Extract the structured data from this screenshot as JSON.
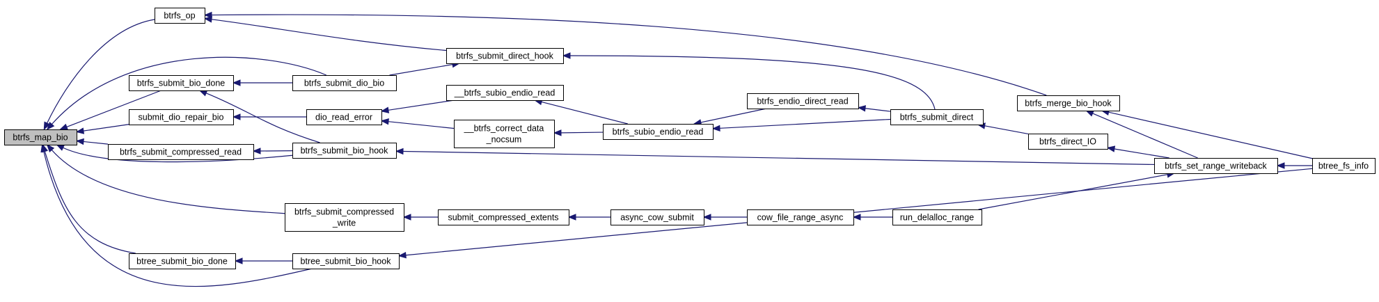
{
  "graph": {
    "edge_color": "#191970",
    "root_fill": "#bfbfbf",
    "node_fill": "#ffffff",
    "nodes": [
      {
        "id": "btrfs_map_bio",
        "lines": [
          "btrfs_map_bio"
        ],
        "root": true
      },
      {
        "id": "btrfs_op",
        "lines": [
          "btrfs_op"
        ]
      },
      {
        "id": "btrfs_submit_bio_done",
        "lines": [
          "btrfs_submit_bio_done"
        ]
      },
      {
        "id": "submit_dio_repair_bio",
        "lines": [
          "submit_dio_repair_bio"
        ]
      },
      {
        "id": "btrfs_submit_compressed_read",
        "lines": [
          "btrfs_submit_compressed_read"
        ]
      },
      {
        "id": "btrfs_submit_compressed_write",
        "lines": [
          "btrfs_submit_compressed",
          "_write"
        ]
      },
      {
        "id": "btree_submit_bio_done",
        "lines": [
          "btree_submit_bio_done"
        ]
      },
      {
        "id": "btrfs_submit_direct_hook",
        "lines": [
          "btrfs_submit_direct_hook"
        ]
      },
      {
        "id": "btrfs_submit_dio_bio",
        "lines": [
          "btrfs_submit_dio_bio"
        ]
      },
      {
        "id": "dio_read_error",
        "lines": [
          "dio_read_error"
        ]
      },
      {
        "id": "btrfs_submit_bio_hook",
        "lines": [
          "btrfs_submit_bio_hook"
        ]
      },
      {
        "id": "submit_compressed_extents",
        "lines": [
          "submit_compressed_extents"
        ]
      },
      {
        "id": "btree_submit_bio_hook",
        "lines": [
          "btree_submit_bio_hook"
        ]
      },
      {
        "id": "__btrfs_subio_endio_read",
        "lines": [
          "__btrfs_subio_endio_read"
        ]
      },
      {
        "id": "__btrfs_correct_data_nocsum",
        "lines": [
          "__btrfs_correct_data",
          "_nocsum"
        ]
      },
      {
        "id": "async_cow_submit",
        "lines": [
          "async_cow_submit"
        ]
      },
      {
        "id": "btrfs_subio_endio_read",
        "lines": [
          "btrfs_subio_endio_read"
        ]
      },
      {
        "id": "btrfs_endio_direct_read",
        "lines": [
          "btrfs_endio_direct_read"
        ]
      },
      {
        "id": "cow_file_range_async",
        "lines": [
          "cow_file_range_async"
        ]
      },
      {
        "id": "btrfs_submit_direct",
        "lines": [
          "btrfs_submit_direct"
        ]
      },
      {
        "id": "run_delalloc_range",
        "lines": [
          "run_delalloc_range"
        ]
      },
      {
        "id": "btrfs_merge_bio_hook",
        "lines": [
          "btrfs_merge_bio_hook"
        ]
      },
      {
        "id": "btrfs_direct_IO",
        "lines": [
          "btrfs_direct_IO"
        ]
      },
      {
        "id": "btrfs_set_range_writeback",
        "lines": [
          "btrfs_set_range_writeback"
        ]
      },
      {
        "id": "btree_fs_info",
        "lines": [
          "btree_fs_info"
        ]
      }
    ],
    "edges": [
      {
        "from": "btrfs_op",
        "to": "btrfs_map_bio"
      },
      {
        "from": "btrfs_submit_direct_hook",
        "to": "btrfs_op"
      },
      {
        "from": "btrfs_merge_bio_hook",
        "to": "btrfs_op"
      },
      {
        "from": "btrfs_submit_dio_bio",
        "to": "btrfs_map_bio"
      },
      {
        "from": "btrfs_submit_bio_done",
        "to": "btrfs_map_bio"
      },
      {
        "from": "btrfs_submit_dio_bio",
        "to": "btrfs_submit_bio_done"
      },
      {
        "from": "btrfs_submit_bio_hook",
        "to": "btrfs_submit_bio_done"
      },
      {
        "from": "submit_dio_repair_bio",
        "to": "btrfs_map_bio"
      },
      {
        "from": "dio_read_error",
        "to": "submit_dio_repair_bio"
      },
      {
        "from": "btrfs_submit_compressed_read",
        "to": "btrfs_map_bio"
      },
      {
        "from": "btrfs_submit_bio_hook",
        "to": "btrfs_submit_compressed_read"
      },
      {
        "from": "btrfs_submit_bio_hook",
        "to": "btrfs_map_bio"
      },
      {
        "from": "btrfs_submit_compressed_write",
        "to": "btrfs_map_bio"
      },
      {
        "from": "submit_compressed_extents",
        "to": "btrfs_submit_compressed_write"
      },
      {
        "from": "btree_submit_bio_done",
        "to": "btrfs_map_bio"
      },
      {
        "from": "btree_submit_bio_hook",
        "to": "btree_submit_bio_done"
      },
      {
        "from": "btree_submit_bio_hook",
        "to": "btrfs_map_bio"
      },
      {
        "from": "btrfs_submit_dio_bio",
        "to": "btrfs_submit_direct_hook"
      },
      {
        "from": "btrfs_submit_direct",
        "to": "btrfs_submit_direct_hook"
      },
      {
        "from": "__btrfs_subio_endio_read",
        "to": "dio_read_error"
      },
      {
        "from": "__btrfs_correct_data_nocsum",
        "to": "dio_read_error"
      },
      {
        "from": "btrfs_subio_endio_read",
        "to": "__btrfs_subio_endio_read"
      },
      {
        "from": "btrfs_subio_endio_read",
        "to": "__btrfs_correct_data_nocsum"
      },
      {
        "from": "btrfs_endio_direct_read",
        "to": "btrfs_subio_endio_read"
      },
      {
        "from": "btrfs_submit_direct",
        "to": "btrfs_subio_endio_read"
      },
      {
        "from": "btrfs_submit_direct",
        "to": "btrfs_endio_direct_read"
      },
      {
        "from": "btrfs_direct_IO",
        "to": "btrfs_submit_direct"
      },
      {
        "from": "btrfs_set_range_writeback",
        "to": "btrfs_direct_IO"
      },
      {
        "from": "btrfs_set_range_writeback",
        "to": "btrfs_merge_bio_hook"
      },
      {
        "from": "btree_fs_info",
        "to": "btrfs_merge_bio_hook"
      },
      {
        "from": "btree_fs_info",
        "to": "btrfs_set_range_writeback"
      },
      {
        "from": "btrfs_set_range_writeback",
        "to": "btrfs_submit_bio_hook"
      },
      {
        "from": "run_delalloc_range",
        "to": "btrfs_set_range_writeback"
      },
      {
        "from": "async_cow_submit",
        "to": "submit_compressed_extents"
      },
      {
        "from": "cow_file_range_async",
        "to": "async_cow_submit"
      },
      {
        "from": "run_delalloc_range",
        "to": "cow_file_range_async"
      },
      {
        "from": "btree_fs_info",
        "to": "btree_submit_bio_hook"
      }
    ]
  }
}
